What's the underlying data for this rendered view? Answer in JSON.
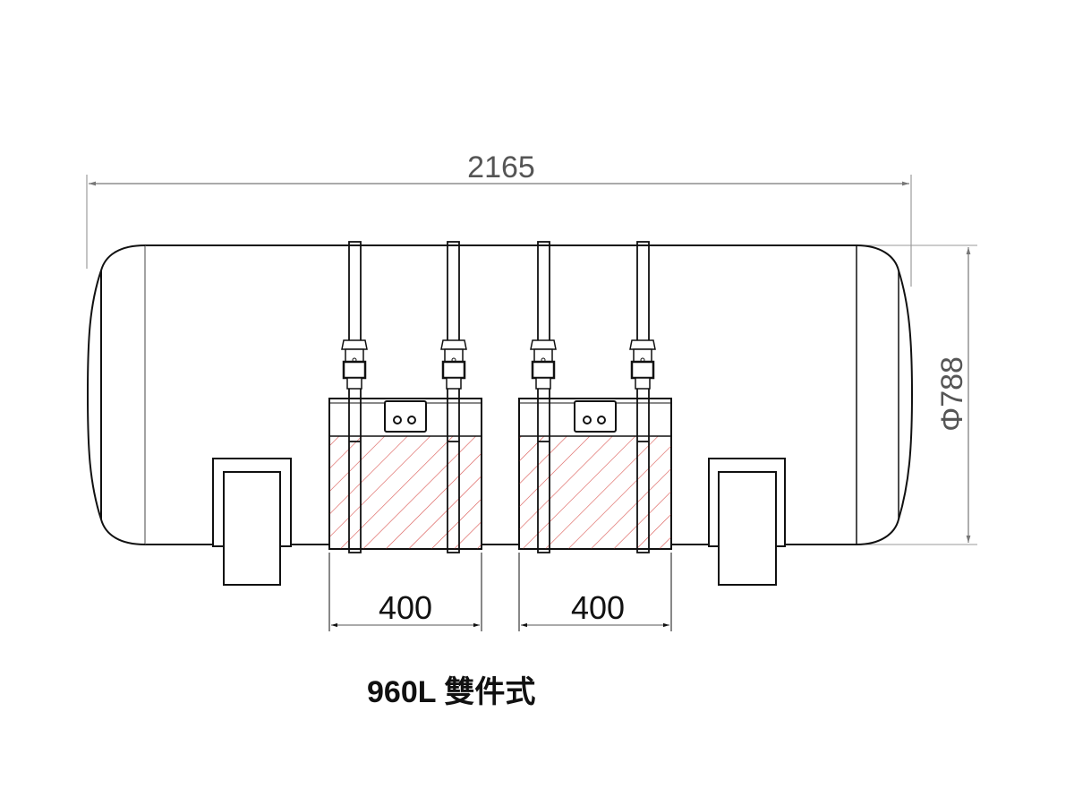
{
  "drawing": {
    "overall_length": "2165",
    "diameter": "Φ788",
    "box_widths": [
      "400",
      "400"
    ],
    "title": "960L 雙件式"
  },
  "colors": {
    "outline": "#111111",
    "dimension": "#777777",
    "hatch": "#d9534f"
  }
}
